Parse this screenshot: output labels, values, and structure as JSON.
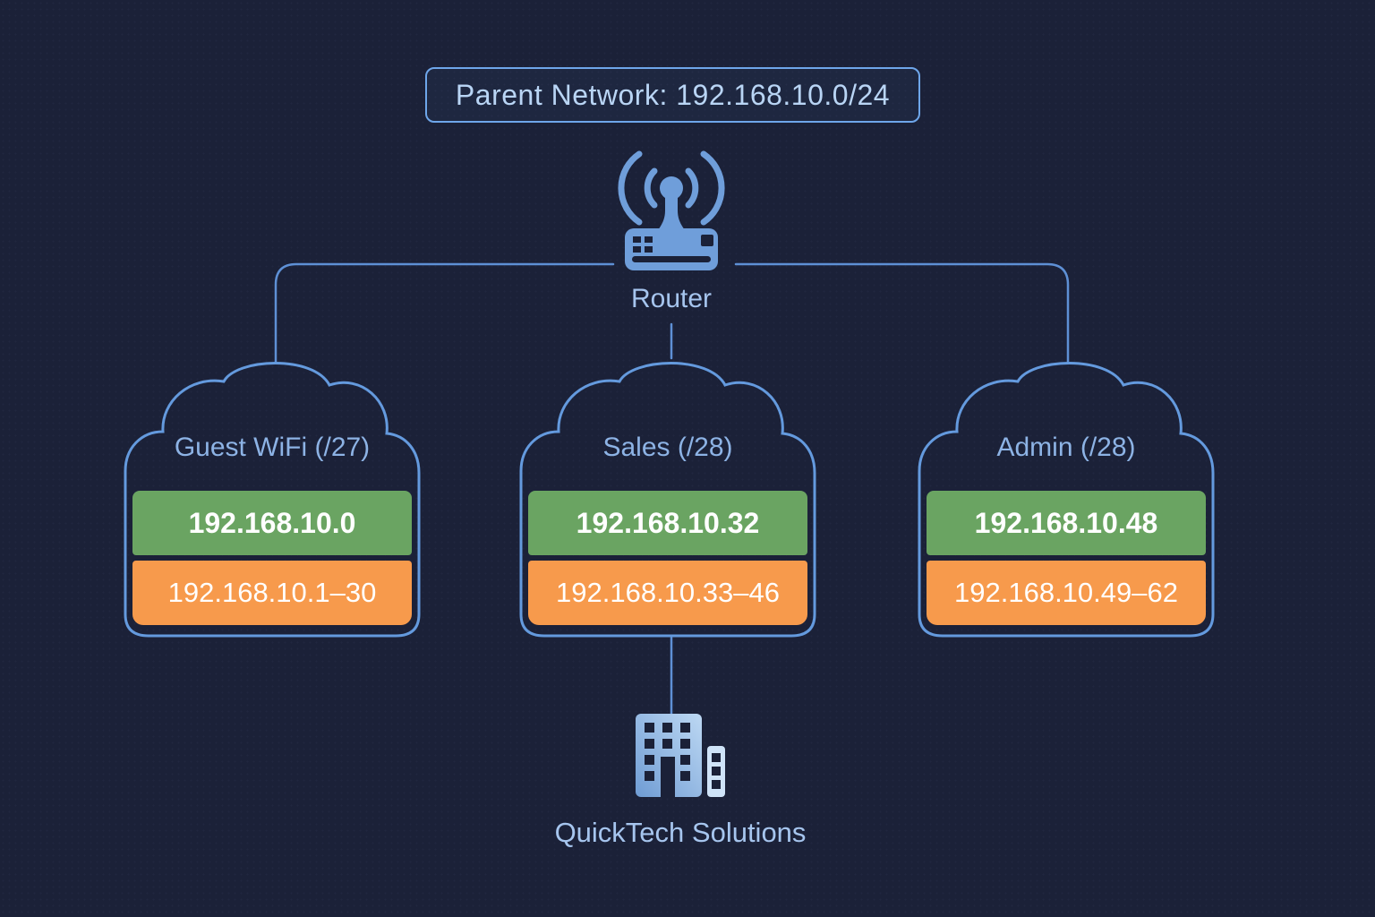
{
  "title": {
    "text": "Parent Network: 192.168.10.0/24"
  },
  "router": {
    "label": "Router"
  },
  "subnets": [
    {
      "name": "Guest WiFi (/27)",
      "network_address": "192.168.10.0",
      "host_range": "192.168.10.1–30"
    },
    {
      "name": "Sales (/28)",
      "network_address": "192.168.10.32",
      "host_range": "192.168.10.33–46"
    },
    {
      "name": "Admin (/28)",
      "network_address": "192.168.10.48",
      "host_range": "192.168.10.49–62"
    }
  ],
  "company": {
    "name": "QuickTech Solutions"
  },
  "colors": {
    "background": "#1b2138",
    "connector_blue": "#5e90d5",
    "cloud_outline_blue": "#649ade",
    "icon_blue": "#6f9eda",
    "label_blue": "#a6c5ee",
    "cloud_title_blue": "#8db3e5",
    "network_green": "#6aa462",
    "range_orange": "#f79a4c",
    "box_text_white": "#ffffff",
    "title_text_blue": "#b9d5f5"
  }
}
